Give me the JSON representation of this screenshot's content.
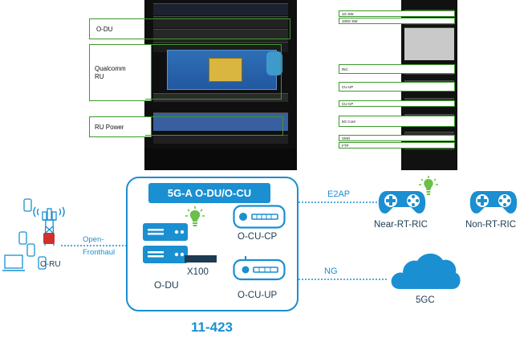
{
  "left_rack": {
    "labels": [
      "O-DU",
      "Qualcomm\nRU",
      "RU Power"
    ]
  },
  "right_rack": {
    "labels": [
      "1G SW",
      "100G SW",
      "RIC",
      "CU-UP",
      "CU-CP",
      "5G Core",
      "SMO",
      "FTP"
    ]
  },
  "diagram": {
    "box_title": "5G-A O-DU/O-CU",
    "odu_label": "O-DU",
    "x100_label": "X100",
    "ocucp_label": "O-CU-CP",
    "ocuup_label": "O-CU-UP",
    "oru_label": "O-RU",
    "fronthaul_label_1": "Open-",
    "fronthaul_label_2": "Fronthaul",
    "e2ap_label": "E2AP",
    "ng_label": "NG",
    "near_rt_ric_label": "Near-RT-RIC",
    "non_rt_ric_label": "Non-RT-RIC",
    "core_label": "5GC",
    "room_label": "11-423"
  },
  "colors": {
    "accent_blue": "#1a8fd1",
    "label_green": "#3a9a2a",
    "bulb_green": "#6cc04a",
    "dark_text": "#1d3b52"
  }
}
